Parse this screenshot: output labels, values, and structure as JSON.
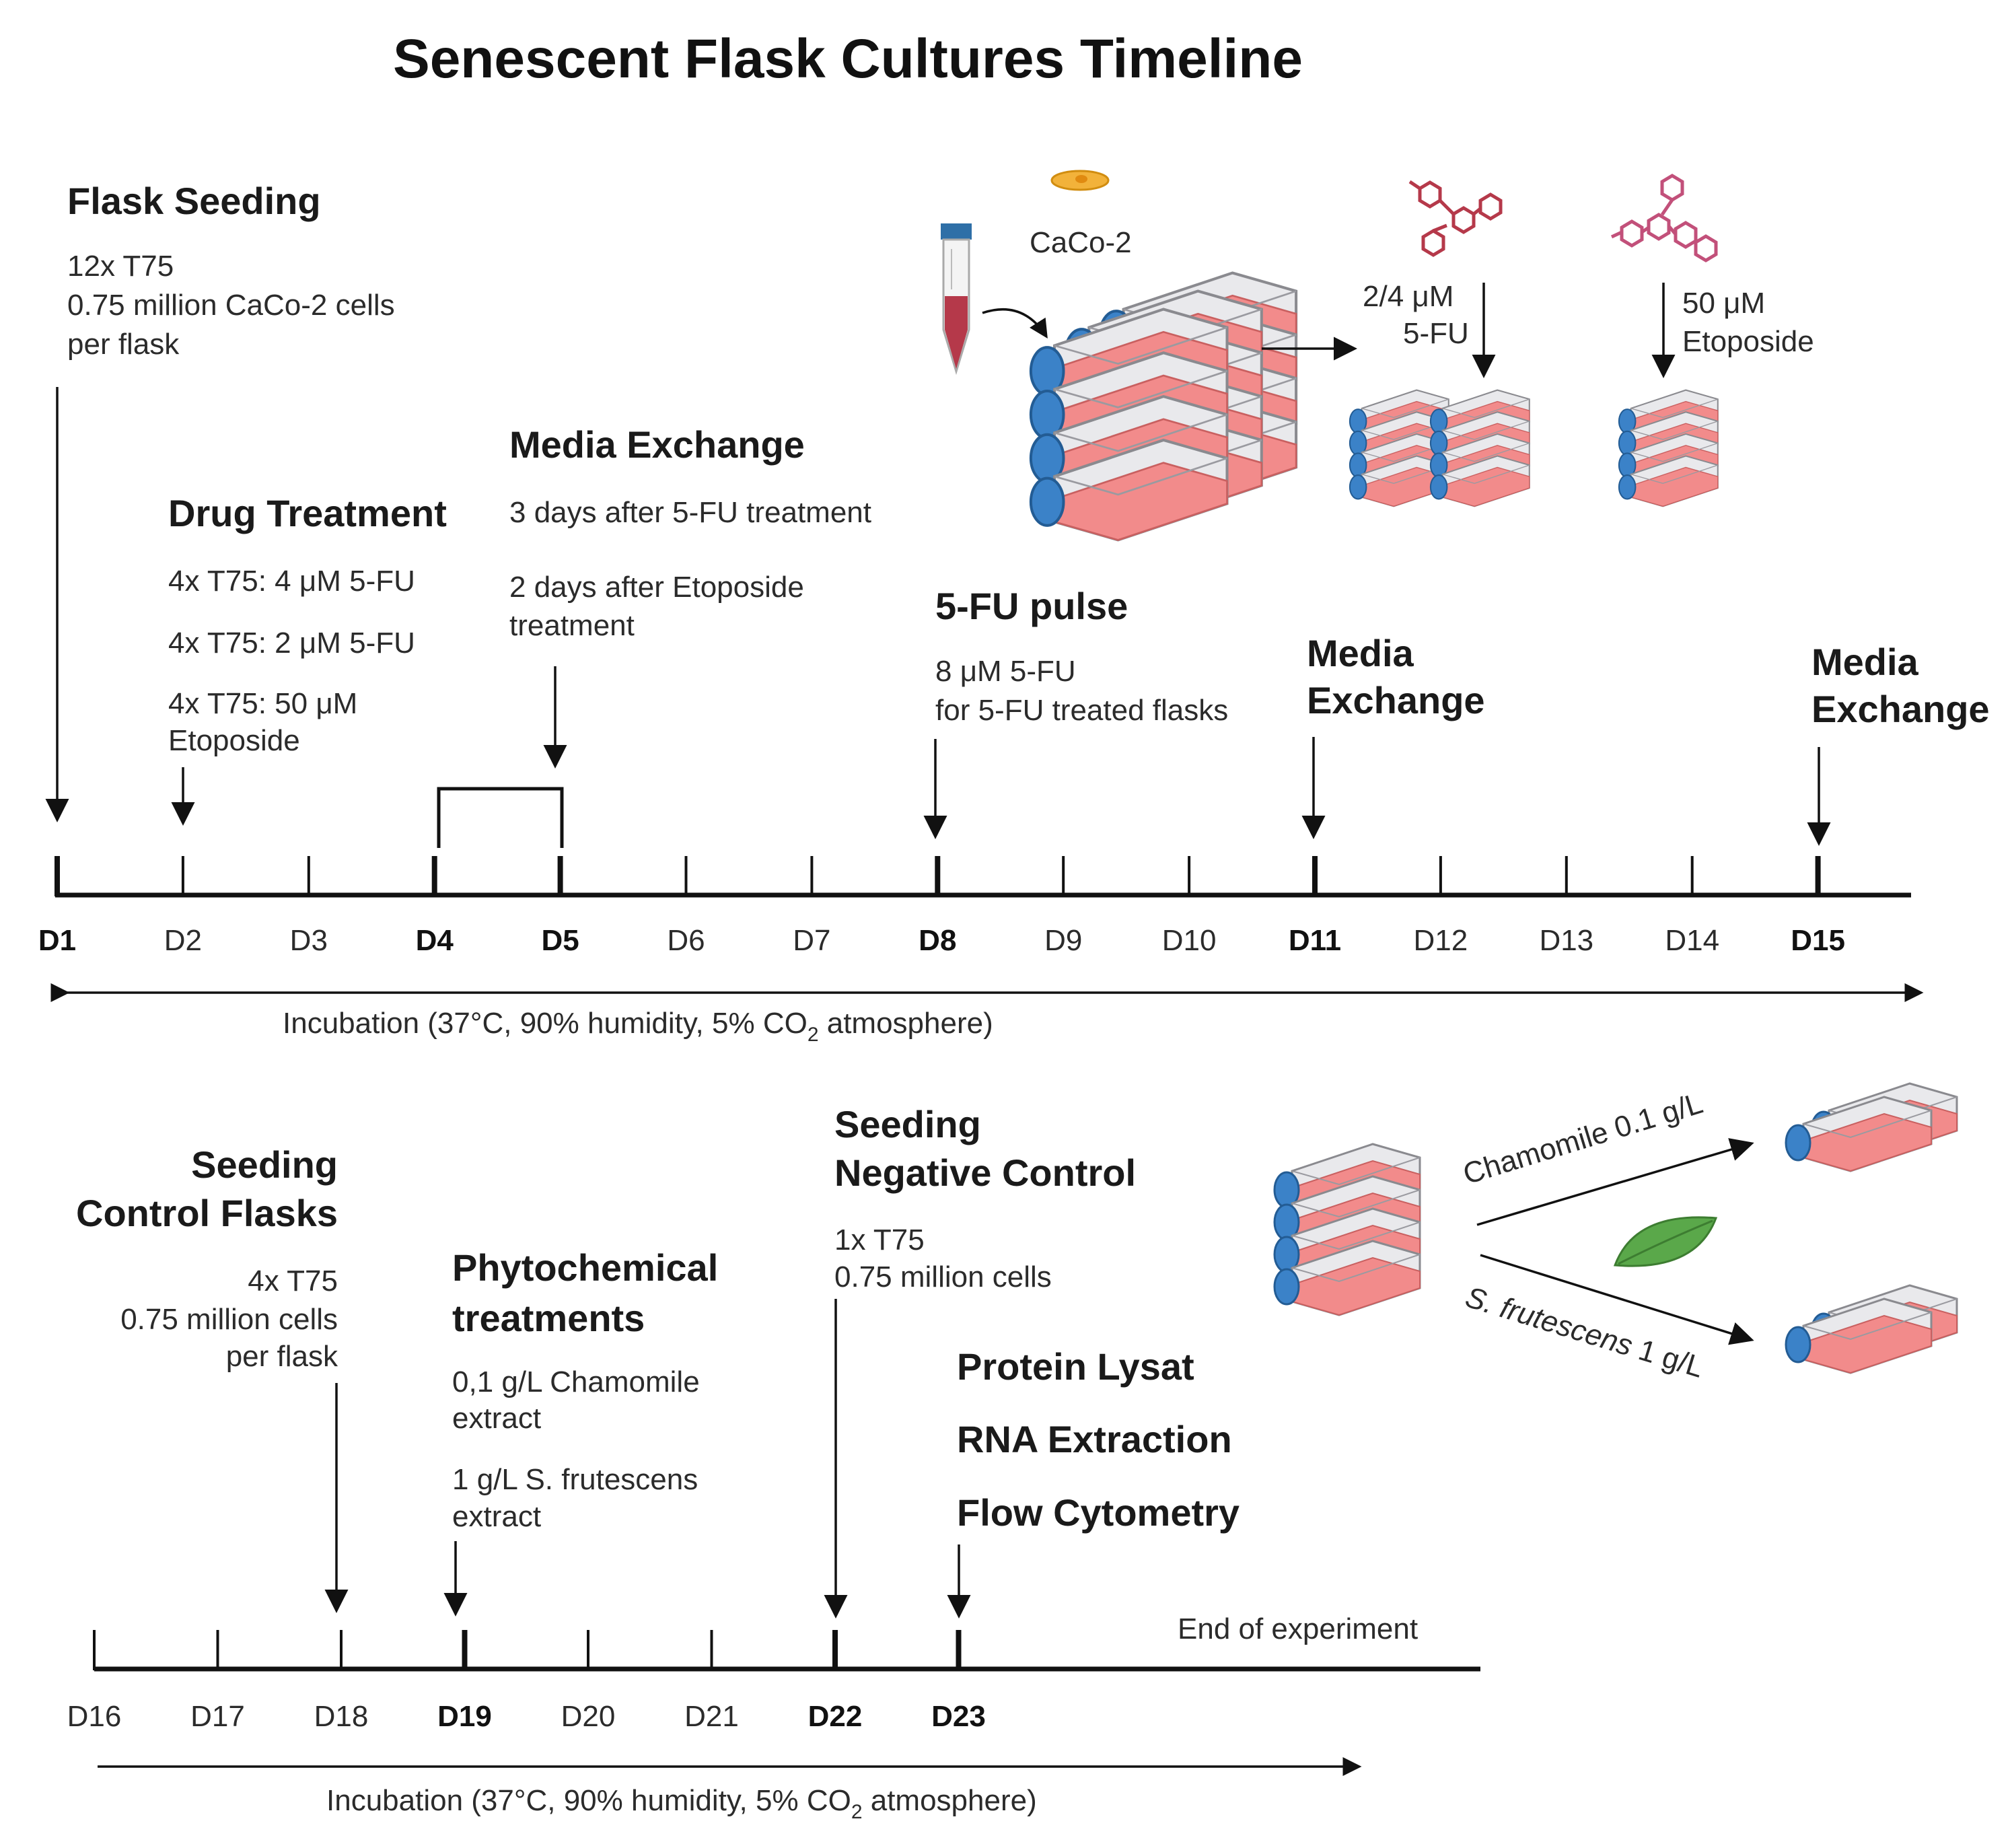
{
  "title": "Senescent Flask Cultures Timeline",
  "top": {
    "flask_seeding": {
      "heading": "Flask Seeding",
      "lines": [
        "12x T75",
        "0.75 million CaCo-2 cells",
        "per flask"
      ]
    },
    "drug_treatment": {
      "heading": "Drug Treatment",
      "lines": [
        "4x T75: 4 μM 5-FU",
        "4x T75: 2 μM 5-FU",
        "4x T75: 50 μM",
        "Etoposide"
      ]
    },
    "media_exchange_1": {
      "heading": "Media Exchange",
      "lines": [
        "3 days after 5-FU treatment",
        "2 days after Etoposide",
        "treatment"
      ]
    },
    "fu_pulse": {
      "heading": "5-FU pulse",
      "lines": [
        "8 μM 5-FU",
        "for 5-FU treated flasks"
      ]
    },
    "media_exchange_2": {
      "heading_lines": [
        "Media",
        "Exchange"
      ]
    },
    "media_exchange_3": {
      "heading_lines": [
        "Media",
        "Exchange"
      ]
    },
    "illustration": {
      "cell_line": "CaCo-2",
      "fu_label": [
        "2/4 μM",
        "5-FU"
      ],
      "eto_label": [
        "50 μM",
        "Etoposide"
      ]
    },
    "days": [
      {
        "label": "D1",
        "bold": true
      },
      {
        "label": "D2",
        "bold": false
      },
      {
        "label": "D3",
        "bold": false
      },
      {
        "label": "D4",
        "bold": true
      },
      {
        "label": "D5",
        "bold": true
      },
      {
        "label": "D6",
        "bold": false
      },
      {
        "label": "D7",
        "bold": false
      },
      {
        "label": "D8",
        "bold": true
      },
      {
        "label": "D9",
        "bold": false
      },
      {
        "label": "D10",
        "bold": false
      },
      {
        "label": "D11",
        "bold": true
      },
      {
        "label": "D12",
        "bold": false
      },
      {
        "label": "D13",
        "bold": false
      },
      {
        "label": "D14",
        "bold": false
      },
      {
        "label": "D15",
        "bold": true
      }
    ],
    "incubation": {
      "prefix": "Incubation (37°C, 90% humidity, 5% CO",
      "sub": "2",
      "suffix": " atmosphere)"
    }
  },
  "bottom": {
    "seeding_control": {
      "heading_lines": [
        "Seeding",
        "Control Flasks"
      ],
      "lines": [
        "4x T75",
        "0.75 million cells",
        "per flask"
      ]
    },
    "phytochemical": {
      "heading_lines": [
        "Phytochemical",
        "treatments"
      ],
      "lines": [
        "0,1 g/L Chamomile",
        "extract",
        "1 g/L S. frutescens",
        "extract"
      ]
    },
    "negative_control": {
      "heading_lines": [
        "Seeding",
        "Negative Control"
      ],
      "lines": [
        "1x T75",
        "0.75 million cells"
      ]
    },
    "endpoints": [
      "Protein Lysat",
      "RNA Extraction",
      "Flow Cytometry"
    ],
    "end_label": "End of experiment",
    "illustration": {
      "chamomile": "Chamomile 0.1 g/L",
      "frutescens_italic": "S. frutescens",
      "frutescens_rest": " 1 g/L"
    },
    "days": [
      {
        "label": "D16",
        "bold": false
      },
      {
        "label": "D17",
        "bold": false
      },
      {
        "label": "D18",
        "bold": false
      },
      {
        "label": "D19",
        "bold": true
      },
      {
        "label": "D20",
        "bold": false
      },
      {
        "label": "D21",
        "bold": false
      },
      {
        "label": "D22",
        "bold": true
      },
      {
        "label": "D23",
        "bold": true
      }
    ],
    "incubation": {
      "prefix": "Incubation (37°C, 90% humidity, 5% CO",
      "sub": "2",
      "suffix": " atmosphere)"
    }
  },
  "colors": {
    "flask_body": "#f28b8b",
    "flask_cap": "#3b82c8",
    "drug": "#b5394a",
    "drug_eto": "#c2507a",
    "cell": "#f2b23a",
    "leaf": "#5aa84a"
  }
}
